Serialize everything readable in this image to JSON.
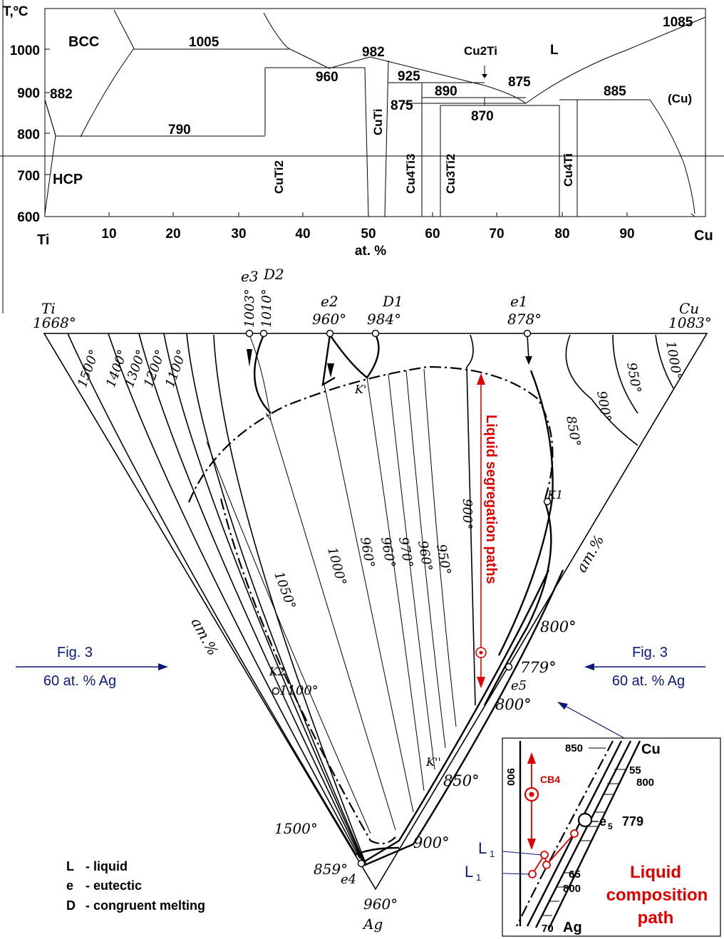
{
  "binary": {
    "y_axis_label": "T,ºC",
    "y_ticks": [
      "1000",
      "900",
      "800",
      "700",
      "600"
    ],
    "x_ticks": [
      "10",
      "20",
      "30",
      "40",
      "50",
      "60",
      "70",
      "80",
      "90"
    ],
    "x_left": "Ti",
    "x_right": "Cu",
    "x_axis_label": "at. %",
    "region_labels": {
      "bcc": "BCC",
      "hcp": "HCP",
      "liquid": "L",
      "cu_solid": "(Cu)"
    },
    "temperatures": [
      "1005",
      "982",
      "960",
      "925",
      "890",
      "875",
      "875",
      "870",
      "885",
      "790",
      "882",
      "1085"
    ],
    "phases": {
      "cuti2": "CuTi2",
      "cuti": "CuTi",
      "cu4ti3": "Cu4Ti3",
      "cu3ti2": "Cu3Ti2",
      "cu4ti": "Cu4Ti",
      "cu2ti": "Cu2Ti"
    }
  },
  "ternary": {
    "corners": {
      "ti": {
        "name": "Ti",
        "temp": "1668°"
      },
      "cu": {
        "name": "Cu",
        "temp": "1083°"
      },
      "ag": {
        "name": "Ag",
        "temp": "960°"
      }
    },
    "top_points": {
      "e3": {
        "name": "e3",
        "temp": "1003°"
      },
      "d2": {
        "name": "D2",
        "temp": "1010°"
      },
      "e2": {
        "name": "e2",
        "temp": "960°"
      },
      "d1": {
        "name": "D1",
        "temp": "984°"
      },
      "e1": {
        "name": "e1",
        "temp": "878°"
      }
    },
    "isotherms_left": [
      "1500°",
      "1400°",
      "1300°",
      "1200°",
      "1100°"
    ],
    "isotherms_right": [
      "1000°",
      "950°",
      "900°",
      "850°"
    ],
    "isotherms_mid": [
      "1050°",
      "1000°",
      "960°",
      "960°",
      "970°",
      "960°",
      "950°",
      "900°"
    ],
    "points": {
      "k1": "K1",
      "k2": "K2",
      "k_prime": "K'",
      "k_dprime": "K''",
      "e4": "e4",
      "e5": "e5"
    },
    "temps_lower": [
      "800°",
      "779°",
      "800°",
      "850°",
      "900°",
      "859°",
      "1100°",
      "1500°"
    ],
    "side_labels": {
      "left": "ат.%",
      "right": "ат.%"
    },
    "segregation_label": "Liquid segregation paths"
  },
  "fig_refs": {
    "left": {
      "line1": "Fig. 3",
      "line2": "60 at. % Ag"
    },
    "right": {
      "line1": "Fig. 3",
      "line2": "60 at. % Ag"
    }
  },
  "legend": [
    {
      "sym": "L",
      "desc": "- liquid"
    },
    {
      "sym": "e",
      "desc": "- eutectic"
    },
    {
      "sym": "D",
      "desc": "- congruent melting"
    }
  ],
  "inset": {
    "corner_cu": "Cu",
    "corner_ag": "Ag",
    "ticks": [
      "850",
      "55",
      "800",
      "65",
      "800",
      "70"
    ],
    "isotherm": "900",
    "cb4": "CB4",
    "e5": "e",
    "e5_sub": "5",
    "e5_temp": "779",
    "l1_a": "L",
    "l1_b": "L",
    "l1_sub": "1",
    "path_line1": "Liquid",
    "path_line2": "composition",
    "path_line3": "path"
  },
  "colors": {
    "red": "#e00000",
    "navy": "#0a1a7a",
    "black": "#000000"
  }
}
